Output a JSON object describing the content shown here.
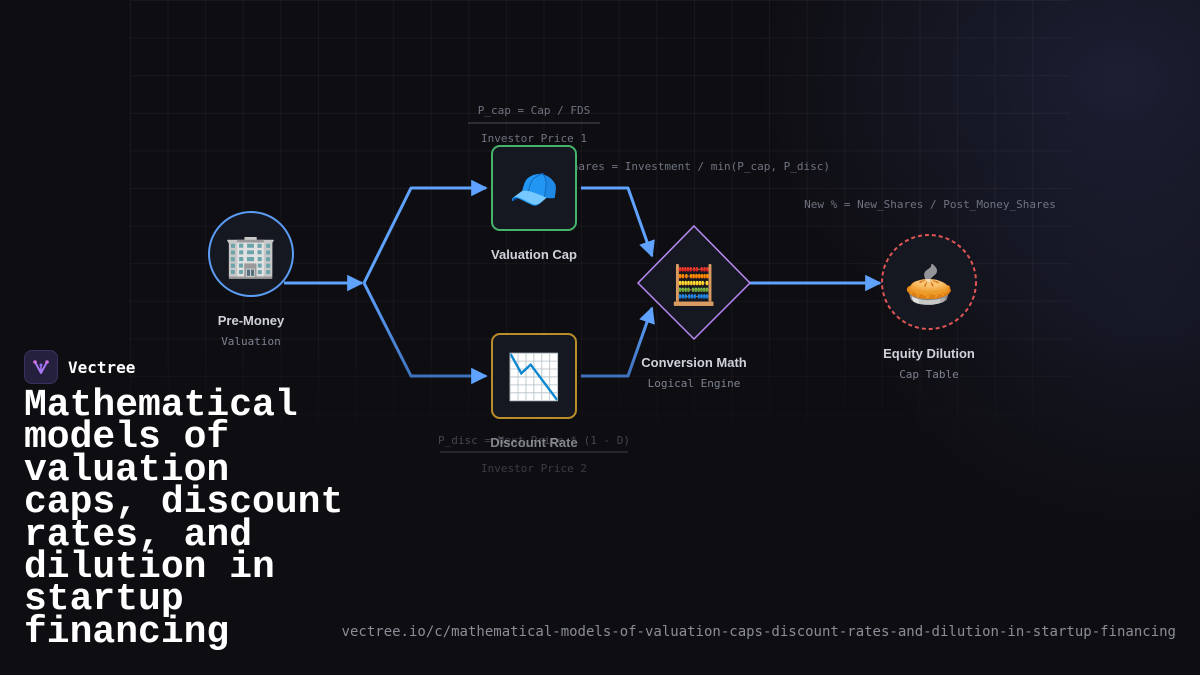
{
  "brand": {
    "name": "Vectree"
  },
  "headline": "Mathematical models of valuation caps, discount rates, and dilution in startup financing",
  "url": "vectree.io/c/mathematical-models-of-valuation-caps-discount-rates-and-dilution-in-startup-financing",
  "diagram": {
    "nodes": {
      "pre_money": {
        "icon": "building-icon",
        "glyph": "🏢",
        "title": "Pre-Money",
        "subtitle": "Valuation",
        "color": "#5b9cf5"
      },
      "valuation_cap": {
        "icon": "cap-icon",
        "glyph": "🧢",
        "title": "Valuation Cap",
        "color": "#46b36a"
      },
      "discount_rate": {
        "icon": "chart-decreasing-icon",
        "glyph": "📉",
        "title": "Discount Rate",
        "color": "#b88d2a"
      },
      "conversion_math": {
        "icon": "abacus-icon",
        "glyph": "🧮",
        "title": "Conversion Math",
        "subtitle": "Logical Engine",
        "color": "#b98af5"
      },
      "equity_dilution": {
        "icon": "pie-icon",
        "glyph": "🥧",
        "title": "Equity Dilution",
        "subtitle": "Cap Table",
        "color": "#e05555"
      }
    },
    "formulas": {
      "cap_price": "P_cap = Cap / FDS",
      "cap_price_label": "Investor Price 1",
      "shares": "Shares = Investment / min(P_cap, P_disc)",
      "new_pct": "New % = New_Shares / Post_Money_Shares",
      "disc_price": "P_disc = Next_Price * (1 - D)",
      "disc_price_label": "Investor Price 2"
    },
    "edge_color": "#5fa2ff"
  }
}
